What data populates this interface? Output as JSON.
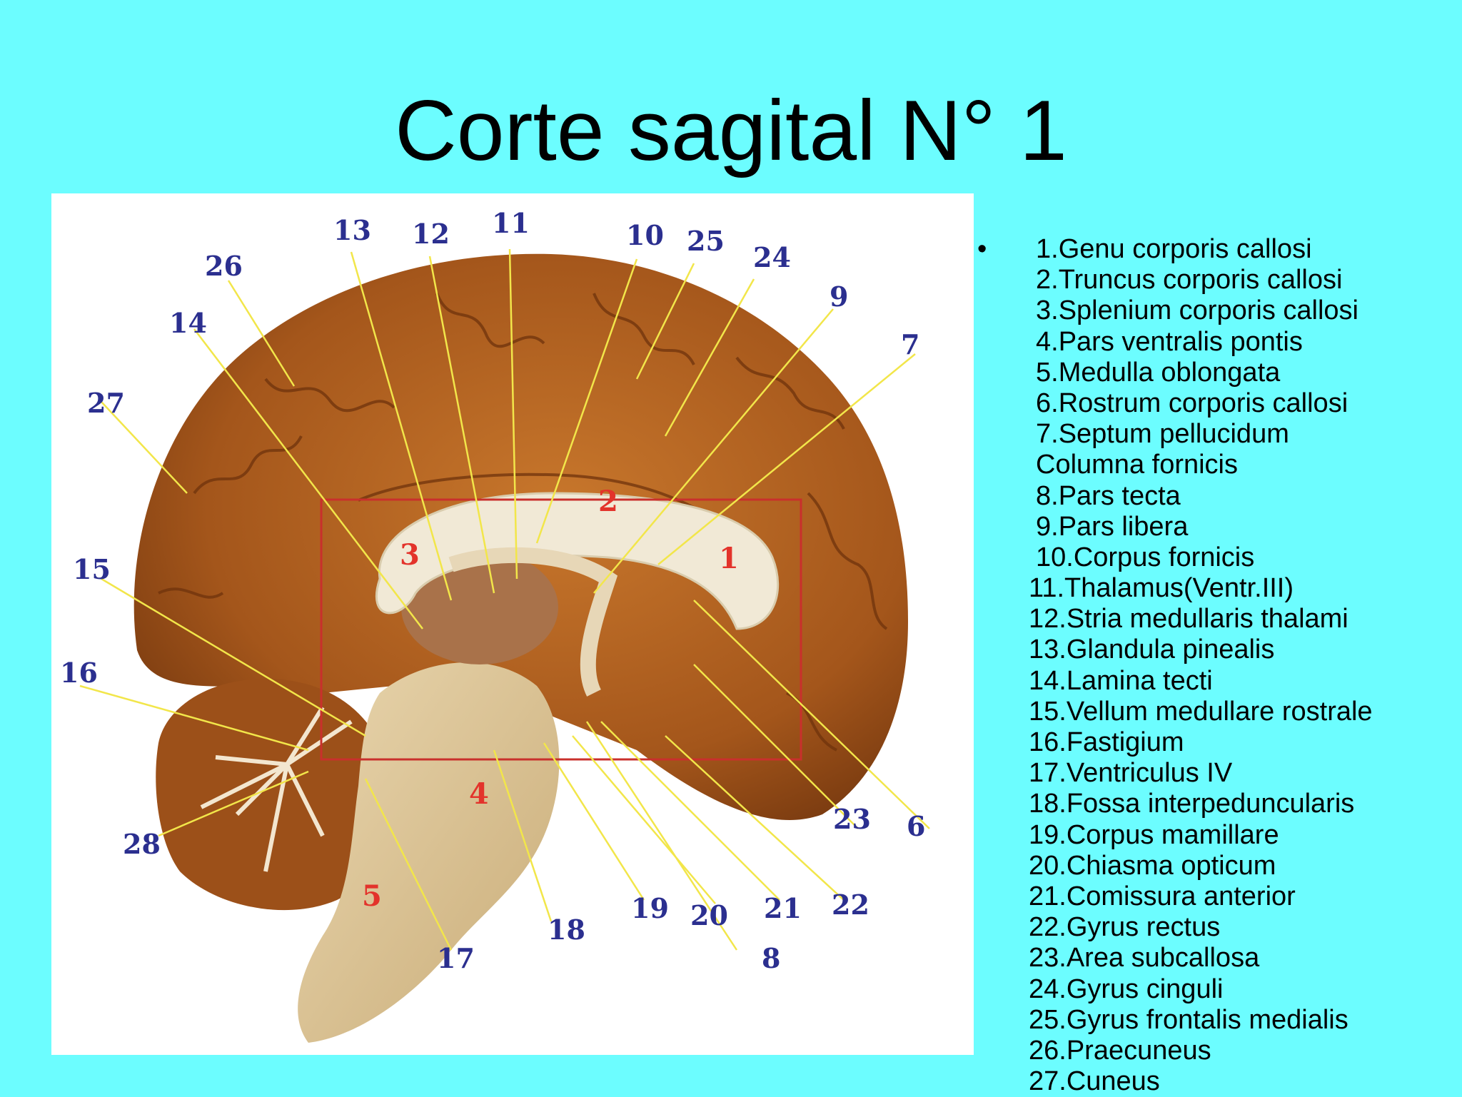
{
  "title": "Corte sagital N° 1",
  "figure": {
    "region_labels": [
      "1",
      "2",
      "3",
      "4",
      "5"
    ],
    "callouts": [
      "1",
      "2",
      "3",
      "4",
      "5",
      "6",
      "7",
      "8",
      "9",
      "10",
      "11",
      "12",
      "13",
      "14",
      "15",
      "16",
      "17",
      "18",
      "19",
      "20",
      "21",
      "22",
      "23",
      "24",
      "25",
      "26",
      "27",
      "28"
    ]
  },
  "legend": {
    "bullet": "•",
    "items": [
      "1.Genu corporis callosi",
      "2.Truncus corporis callosi",
      "3.Splenium corporis callosi",
      "4.Pars ventralis pontis",
      "5.Medulla oblongata",
      "6.Rostrum corporis callosi",
      "7.Septum pellucidum",
      "Columna fornicis",
      "8.Pars tecta",
      "9.Pars libera",
      "10.Corpus fornicis",
      "11.Thalamus(Ventr.III)",
      "12.Stria medullaris thalami",
      "13.Glandula pinealis",
      "14.Lamina tecti",
      "15.Vellum medullare rostrale",
      "16.Fastigium",
      "17.Ventriculus IV",
      "18.Fossa interpeduncularis",
      "19.Corpus mamillare",
      "20.Chiasma opticum",
      "21.Comissura anterior",
      "22.Gyrus rectus",
      "23.Area subcallosa",
      "24.Gyrus cinguli",
      "25.Gyrus frontalis medialis",
      "26.Praecuneus",
      "27.Cuneus"
    ]
  },
  "colors": {
    "background": "#6cfdff",
    "callout_number": "#2b2f8f",
    "region_number": "#e3332b",
    "leader_line": "#f2e64a",
    "frame": "#c9302c"
  }
}
